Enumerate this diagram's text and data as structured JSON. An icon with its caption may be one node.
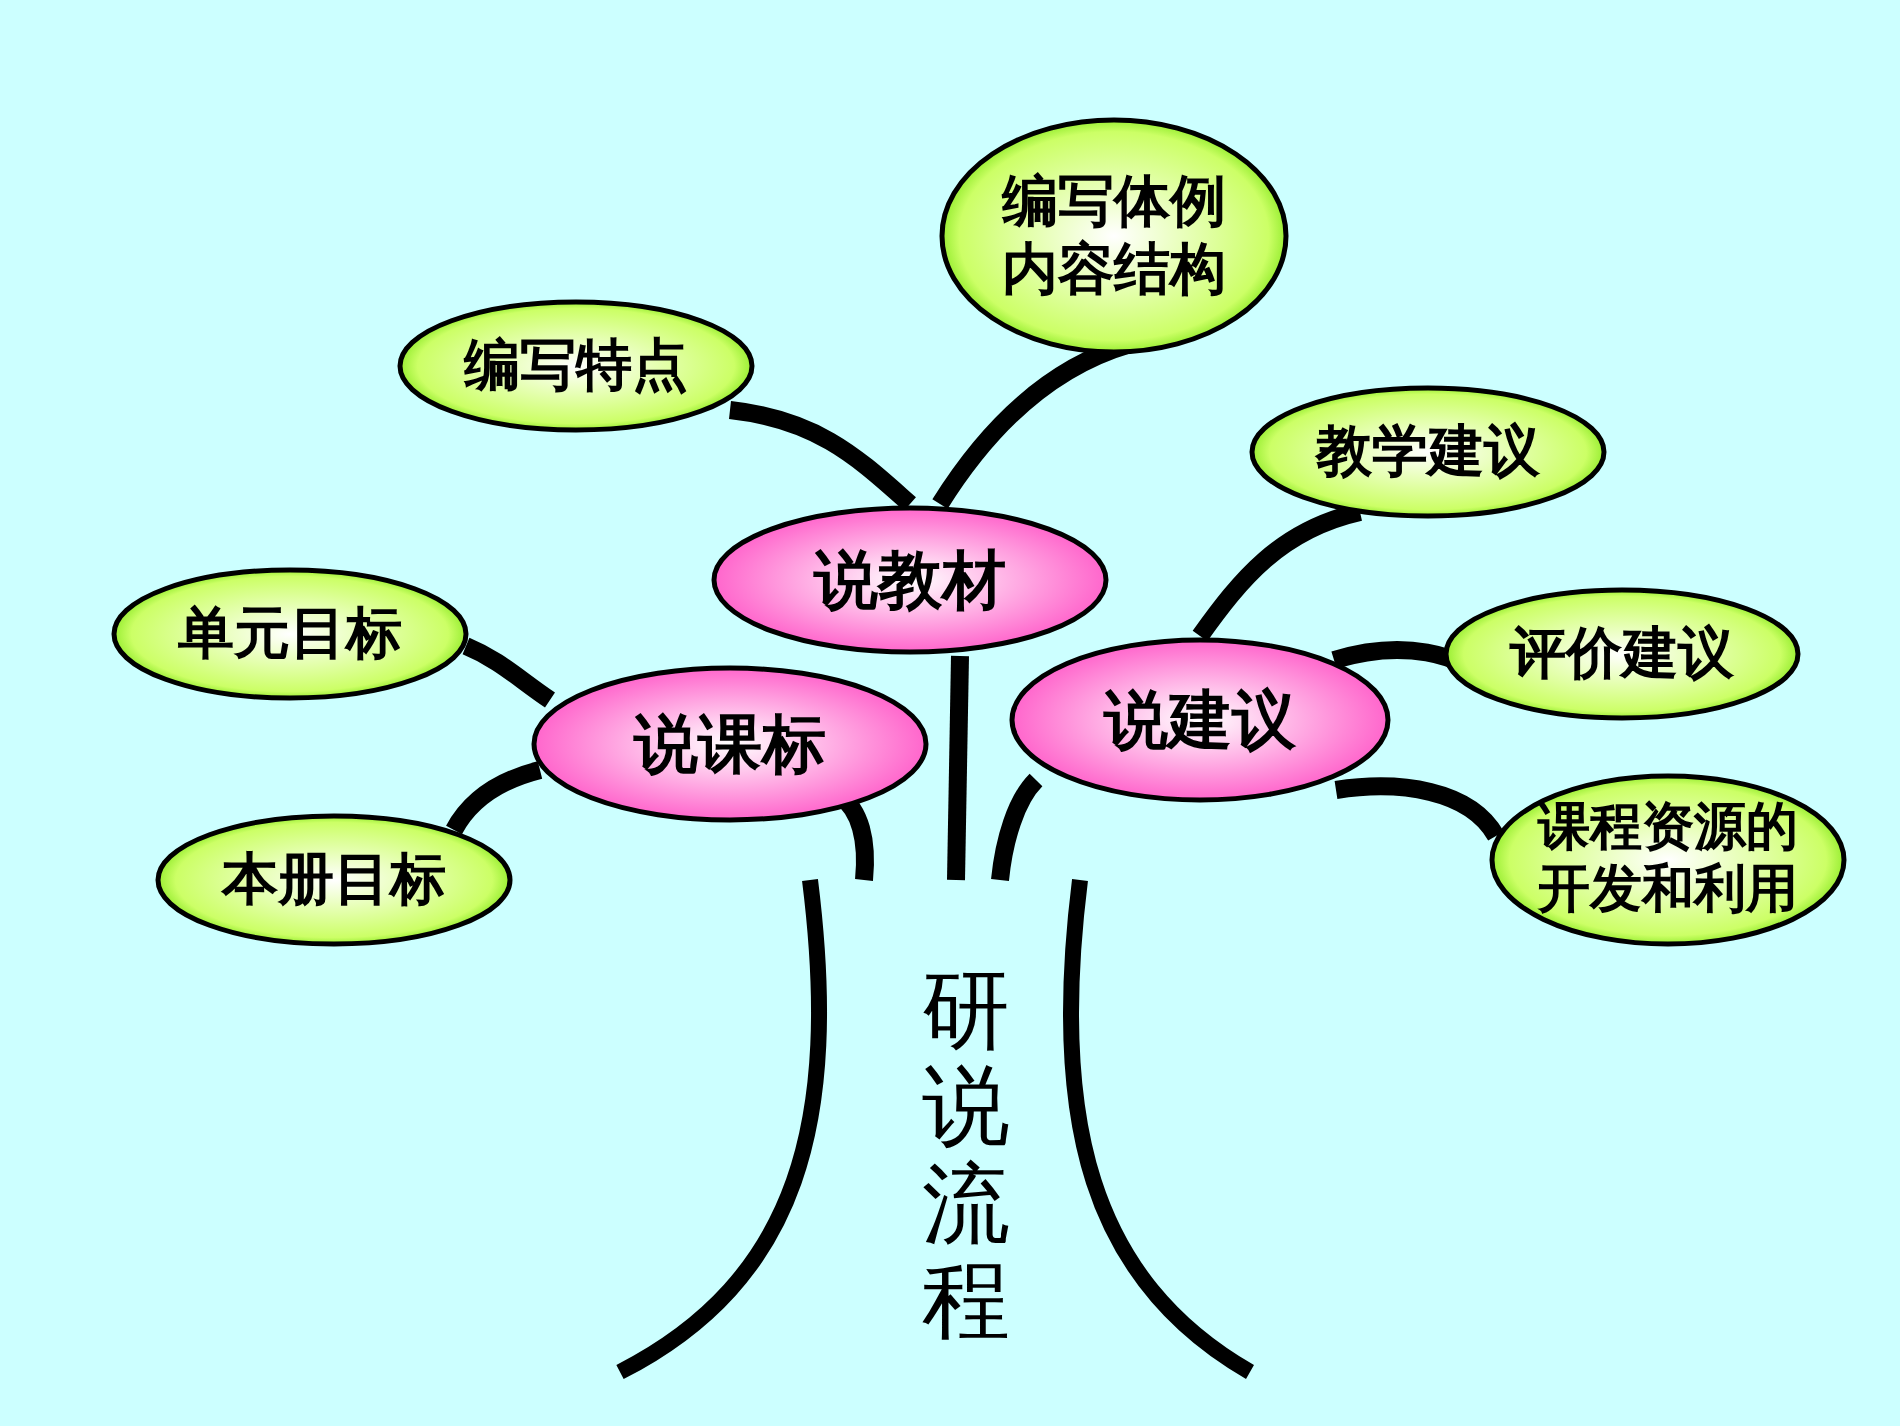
{
  "diagram": {
    "nodes": [
      {
        "text": [
          "研说流程"
        ]
      },
      {
        "text": [
          "说教材"
        ]
      },
      {
        "text": [
          "说课标"
        ]
      },
      {
        "text": [
          "说建议"
        ]
      },
      {
        "text": [
          "编写特点"
        ]
      },
      {
        "text": [
          "编写体例内容结构"
        ]
      },
      {
        "text": [
          "单元目标"
        ]
      },
      {
        "text": [
          "本册目标"
        ]
      },
      {
        "text": [
          "教学建议"
        ]
      },
      {
        "text": [
          "评价建议"
        ]
      },
      {
        "text": [
          "课程资源的开发和利用"
        ]
      }
    ],
    "edges": [
      {
        "from": 0,
        "to": 2,
        "arrow": "none"
      },
      {
        "from": 0,
        "to": 1,
        "arrow": "none"
      },
      {
        "from": 0,
        "to": 3,
        "arrow": "none"
      },
      {
        "from": 1,
        "to": 4,
        "arrow": "none"
      },
      {
        "from": 1,
        "to": 5,
        "arrow": "none"
      },
      {
        "from": 2,
        "to": 6,
        "arrow": "none"
      },
      {
        "from": 2,
        "to": 7,
        "arrow": "none"
      },
      {
        "from": 3,
        "to": 8,
        "arrow": "none"
      },
      {
        "from": 3,
        "to": 9,
        "arrow": "none"
      },
      {
        "from": 3,
        "to": 10,
        "arrow": "none"
      }
    ]
  }
}
